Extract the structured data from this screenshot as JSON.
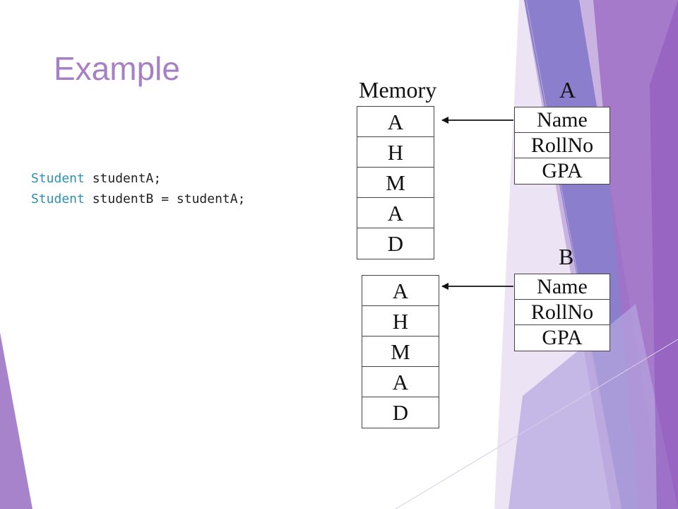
{
  "slide": {
    "title": "Example",
    "code": {
      "line1": {
        "type": "Student",
        "rest": " studentA;"
      },
      "line2": {
        "type": "Student",
        "rest": " studentB = studentA;"
      }
    }
  },
  "diagram": {
    "memory_label": "Memory",
    "memory_a": [
      "A",
      "H",
      "M",
      "A",
      "D"
    ],
    "memory_b": [
      "A",
      "H",
      "M",
      "A",
      "D"
    ],
    "object_a": {
      "label": "A",
      "fields": [
        "Name",
        "RollNo",
        "GPA"
      ]
    },
    "object_b": {
      "label": "B",
      "fields": [
        "Name",
        "RollNo",
        "GPA"
      ]
    }
  },
  "colors": {
    "title": "#a77fc6",
    "code_keyword": "#2b91af",
    "decor_purple": "#9b6fc4",
    "decor_blue": "#6d68c1",
    "decor_lavender": "#c8b3e0"
  }
}
